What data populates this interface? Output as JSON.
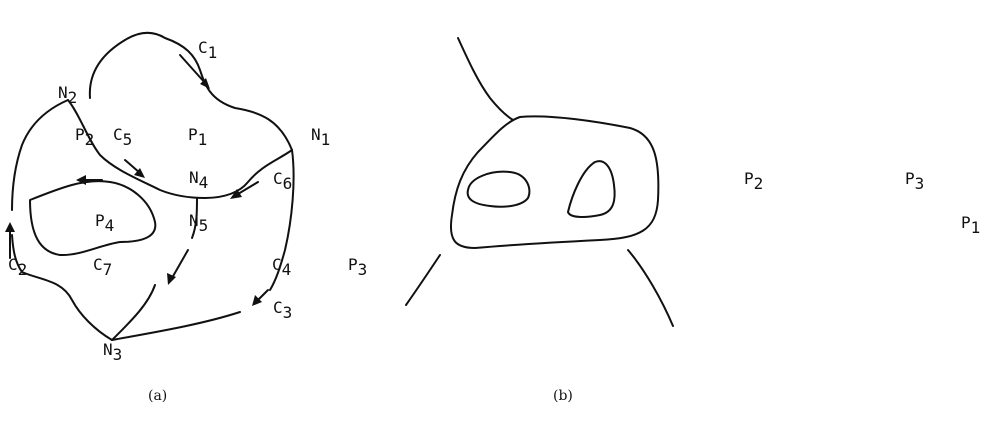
{
  "panel_a": {
    "caption": "(a)",
    "labels": {
      "C1": {
        "main": "C",
        "sub": "1"
      },
      "C2": {
        "main": "C",
        "sub": "2"
      },
      "C3": {
        "main": "C",
        "sub": "3"
      },
      "C4": {
        "main": "C",
        "sub": "4"
      },
      "C5": {
        "main": "C",
        "sub": "5"
      },
      "C6": {
        "main": "C",
        "sub": "6"
      },
      "C7": {
        "main": "C",
        "sub": "7"
      },
      "N1": {
        "main": "N",
        "sub": "1"
      },
      "N2": {
        "main": "N",
        "sub": "2"
      },
      "N3": {
        "main": "N",
        "sub": "3"
      },
      "N4": {
        "main": "N",
        "sub": "4"
      },
      "N5": {
        "main": "N",
        "sub": "5"
      },
      "P1": {
        "main": "P",
        "sub": "1"
      },
      "P2": {
        "main": "P",
        "sub": "2"
      },
      "P3": {
        "main": "P",
        "sub": "3"
      },
      "P4": {
        "main": "P",
        "sub": "4"
      }
    }
  },
  "panel_b": {
    "caption": "(b)",
    "labels": {
      "P1": {
        "main": "P",
        "sub": "1"
      },
      "P2": {
        "main": "P",
        "sub": "2"
      },
      "P3": {
        "main": "P",
        "sub": "3"
      }
    }
  }
}
